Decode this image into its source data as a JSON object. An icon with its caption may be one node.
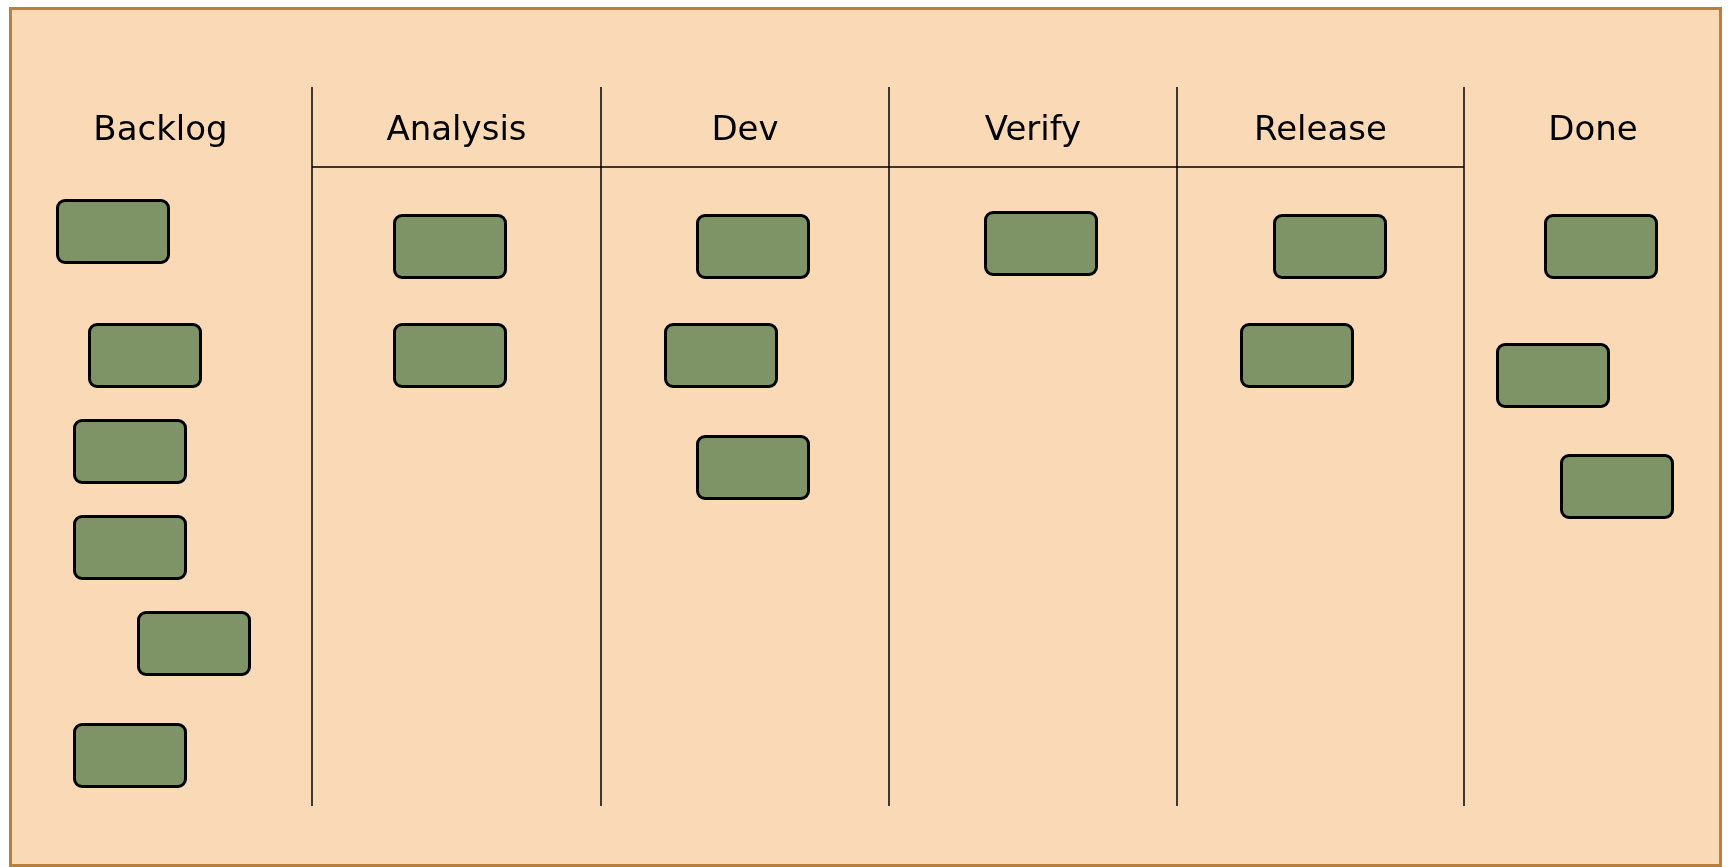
{
  "diagram": {
    "nodes": [
      {
        "text": [
          "Backlog"
        ]
      },
      {
        "text": [],
        "shape": "box",
        "in": 0
      },
      {
        "text": [],
        "shape": "box",
        "in": 0
      },
      {
        "text": [],
        "shape": "box",
        "in": 0
      },
      {
        "text": [],
        "shape": "box",
        "in": 0
      },
      {
        "text": [],
        "shape": "box",
        "in": 0
      },
      {
        "text": [],
        "shape": "box",
        "in": 0
      },
      {
        "text": [
          "Analysis"
        ]
      },
      {
        "text": [],
        "shape": "box",
        "in": 7
      },
      {
        "text": [],
        "shape": "box",
        "in": 7
      },
      {
        "text": [
          "Dev"
        ]
      },
      {
        "text": [],
        "shape": "box",
        "in": 10
      },
      {
        "text": [],
        "shape": "box",
        "in": 10
      },
      {
        "text": [],
        "shape": "box",
        "in": 10
      },
      {
        "text": [
          "Verify"
        ]
      },
      {
        "text": [],
        "shape": "box",
        "in": 14
      },
      {
        "text": [
          "Release"
        ]
      },
      {
        "text": [],
        "shape": "box",
        "in": 16
      },
      {
        "text": [],
        "shape": "box",
        "in": 16
      },
      {
        "text": [
          "Done"
        ]
      },
      {
        "text": [],
        "shape": "box",
        "in": 19
      },
      {
        "text": [],
        "shape": "box",
        "in": 19
      },
      {
        "text": [],
        "shape": "box",
        "in": 19
      }
    ]
  }
}
